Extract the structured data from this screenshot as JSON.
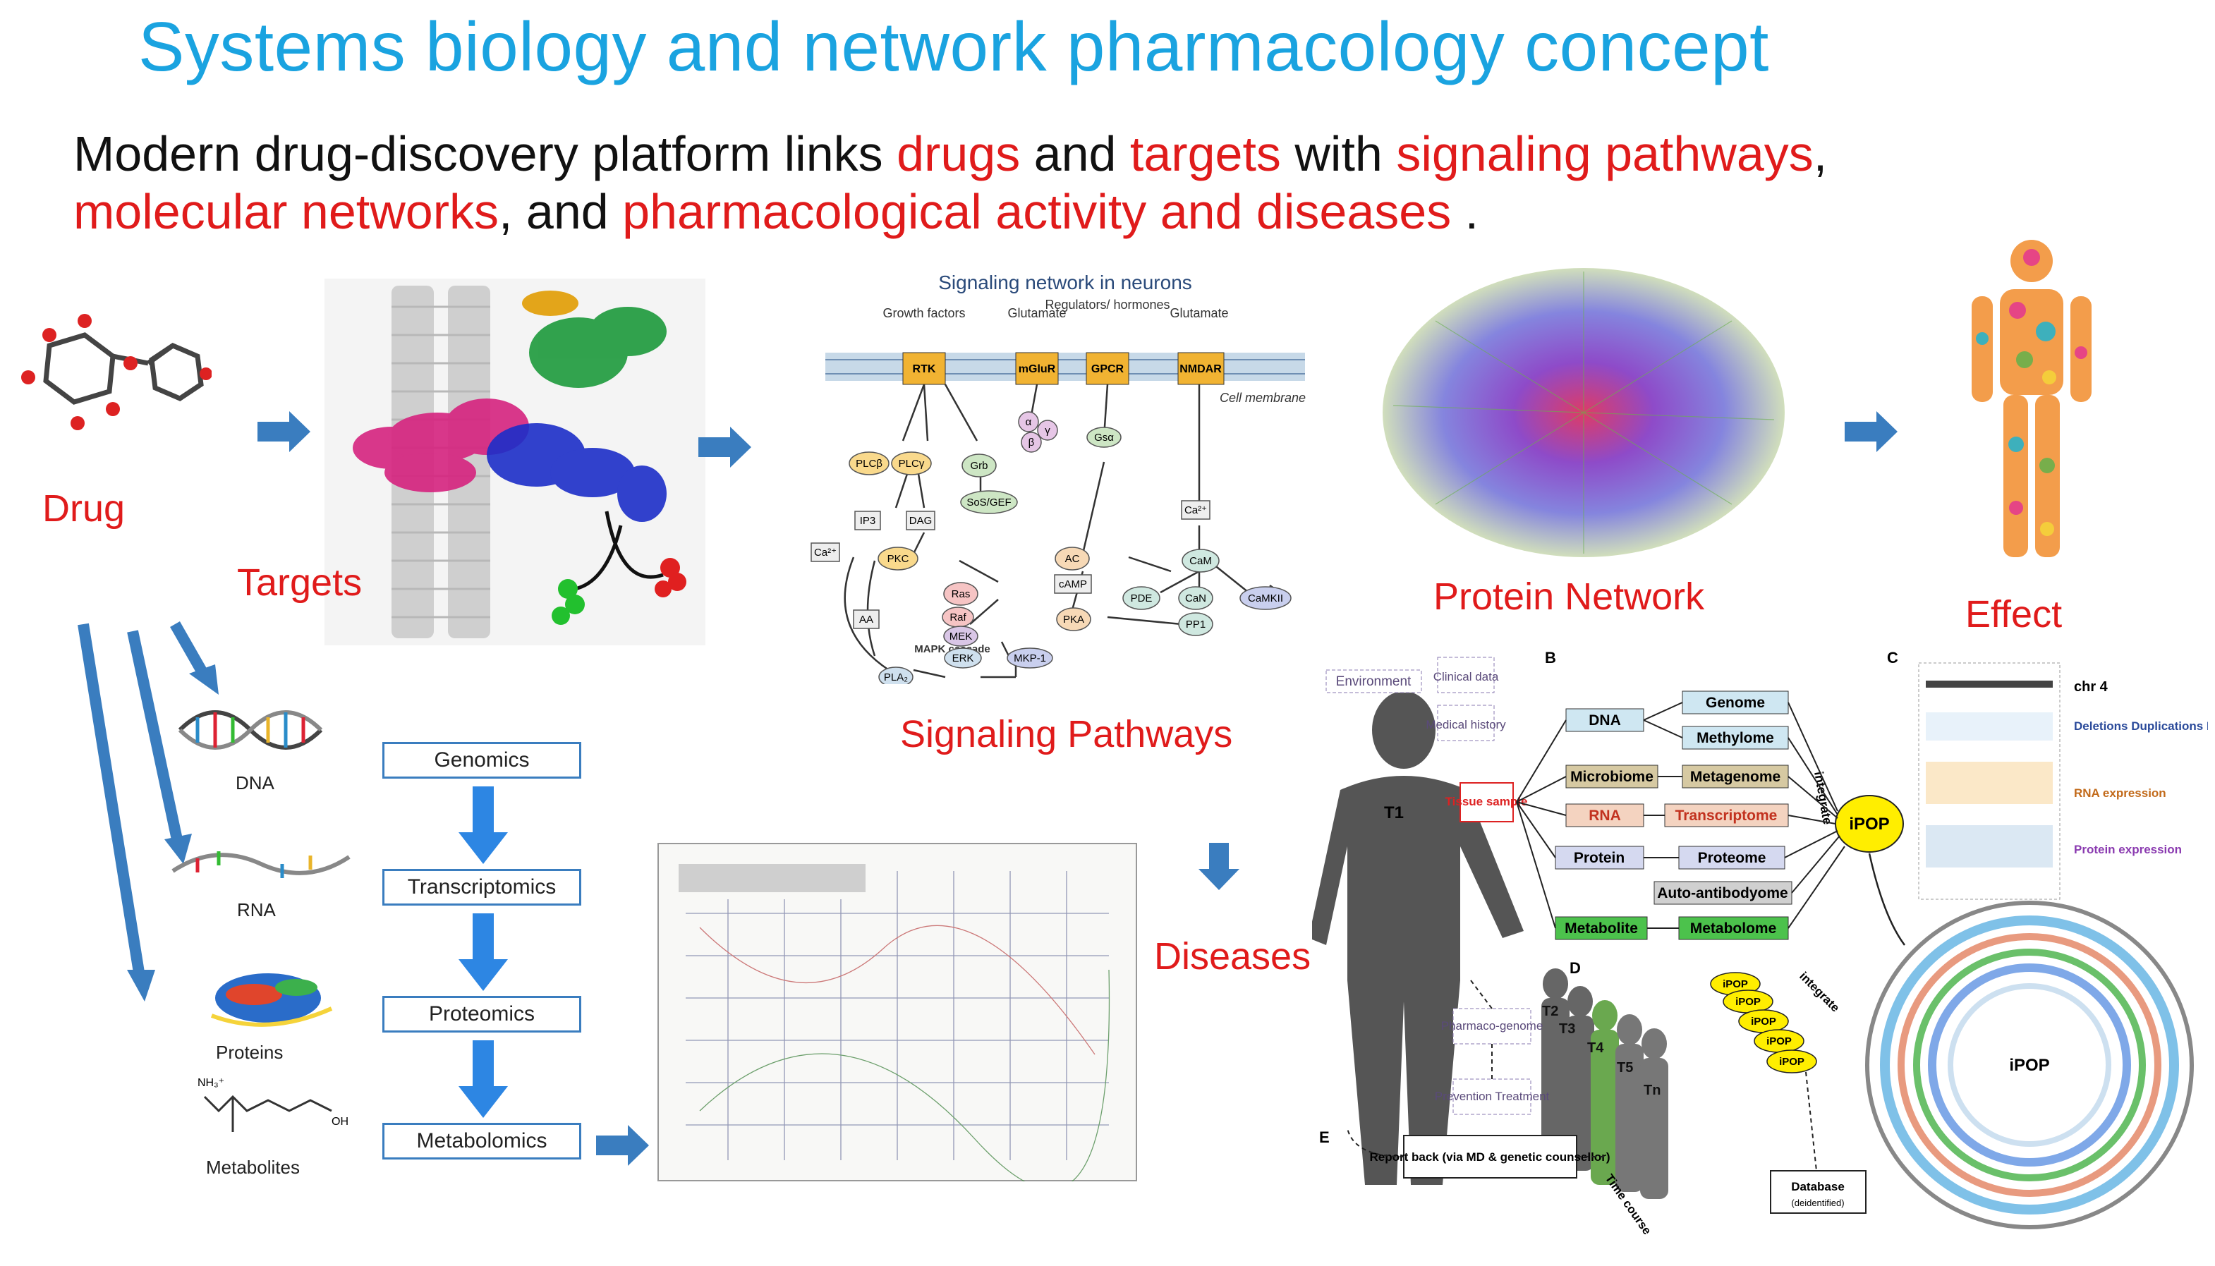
{
  "title": "Systems biology and network pharmacology concept",
  "subtitle": {
    "p1": "Modern drug-discovery platform  links ",
    "drugs": "drugs",
    "p2": " and ",
    "targets": "targets",
    "p3": " with ",
    "signaling": "signaling pathways",
    "p4": ",",
    "molecular": "molecular networks",
    "p5": ", and ",
    "pharm": "pharmacological activity and diseases",
    "p6": " ."
  },
  "labels": {
    "drug": "Drug",
    "targets": "Targets",
    "signaling": "Signaling Pathways",
    "protein_network": "Protein Network",
    "effect": "Effect",
    "diseases": "Diseases"
  },
  "signaling_fig": {
    "title": "Signaling network in neurons",
    "ligands": [
      "Growth factors",
      "Glutamate",
      "Regulators/ hormones",
      "Glutamate"
    ],
    "receptors": [
      "RTK",
      "mGluR",
      "GPCR",
      "NMDAR"
    ],
    "membrane": "Cell membrane",
    "nodes": [
      "PLCβ",
      "PLCγ",
      "Grb",
      "SoS/GEF",
      "IP3",
      "DAG",
      "Ca²⁺",
      "PKC",
      "Ras",
      "Raf",
      "MEK",
      "ERK",
      "MKP-1",
      "AC",
      "cAMP",
      "PKA",
      "PDE",
      "CaN",
      "PP1",
      "CaM",
      "CaMKII",
      "Gsα",
      "AA",
      "PLA₂",
      "α",
      "γ",
      "β",
      "Ca²⁺"
    ],
    "cascade": "MAPK cascade"
  },
  "omics": {
    "molecules": [
      "DNA",
      "RNA",
      "Proteins",
      "Metabolites"
    ],
    "layers": [
      "Genomics",
      "Transcriptomics",
      "Proteomics",
      "Metabolomics"
    ]
  },
  "ipop": {
    "section_b": "B",
    "section_c": "C",
    "section_d": "D",
    "section_e": "E",
    "environment": "Environment",
    "clinical": "Clinical data",
    "medical": "Medical history",
    "tissue": "Tissue sample",
    "t1": "T1",
    "rows": [
      {
        "left": "DNA",
        "right": "Genome"
      },
      {
        "left": "",
        "right": "Methylome"
      },
      {
        "left": "Microbiome",
        "right": "Metagenome"
      },
      {
        "left": "RNA",
        "right": "Transcriptome"
      },
      {
        "left": "Protein",
        "right": "Proteome"
      },
      {
        "left": "",
        "right": "Auto-antibodyome"
      },
      {
        "left": "Metabolite",
        "right": "Metabolome"
      }
    ],
    "integrate": "integrate",
    "center": "iPOP",
    "chr": "chr 4",
    "legend": [
      "Deletions Duplications Indels",
      "RNA expression",
      "Protein expression"
    ],
    "pharmaco": "Pharmaco-genome",
    "prevention": "Prevention Treatment",
    "report": "Report back (via MD & genetic counsellor)",
    "time": "Time course",
    "database": "Database",
    "deidentified": "(deidentified)",
    "people": [
      "T2",
      "T3",
      "T4",
      "T5",
      "Tn"
    ],
    "circos_center": "iPOP"
  },
  "colors": {
    "title": "#1aa3e0",
    "accent_red": "#e01b1b",
    "arrow_blue": "#3a7dbf"
  }
}
